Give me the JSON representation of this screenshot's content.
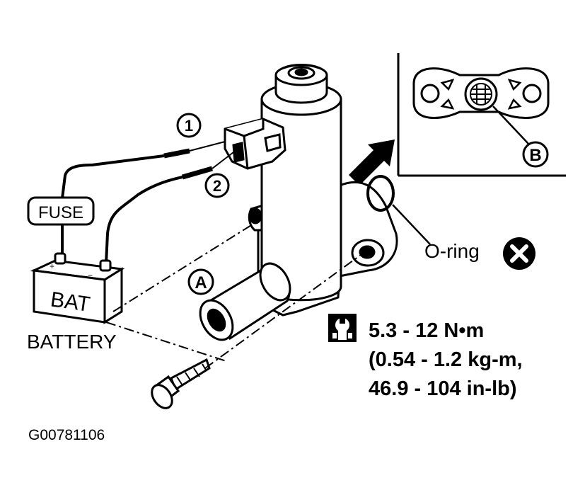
{
  "labels": {
    "callout_1": "1",
    "callout_2": "2",
    "callout_a": "A",
    "callout_b": "B",
    "fuse": "FUSE",
    "bat": "BAT",
    "battery": "BATTERY",
    "oring": "O-ring",
    "torque_line1": "5.3 - 12 N•m",
    "torque_line2": "(0.54 - 1.2 kg-m,",
    "torque_line3": "46.9 - 104 in-lb)",
    "figure_id": "G00781106"
  },
  "icons": {
    "replace": "x-circle-icon",
    "torque": "torque-wrench-icon"
  },
  "colors": {
    "ink": "#000000",
    "paper": "#ffffff"
  }
}
